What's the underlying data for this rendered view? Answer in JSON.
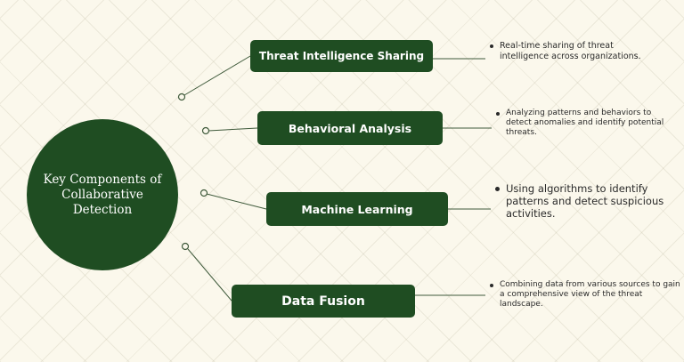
{
  "hub": {
    "label": "Key Components of Collaborative Detection"
  },
  "components": [
    {
      "label": "Threat Intelligence Sharing",
      "description": "Real-time sharing of threat intelligence across organizations."
    },
    {
      "label": "Behavioral Analysis",
      "description": "Analyzing patterns and behaviors to detect anomalies and identify potential threats."
    },
    {
      "label": "Machine Learning",
      "description": "Using algorithms to identify patterns and detect suspicious activities."
    },
    {
      "label": "Data Fusion",
      "description": "Combining data from various sources to gain a comprehensive view of the threat landscape."
    }
  ],
  "colors": {
    "node_fill": "#1f4d22",
    "node_text": "#ffffff",
    "connector": "#3f5a3b",
    "background": "#fbf8ec"
  }
}
